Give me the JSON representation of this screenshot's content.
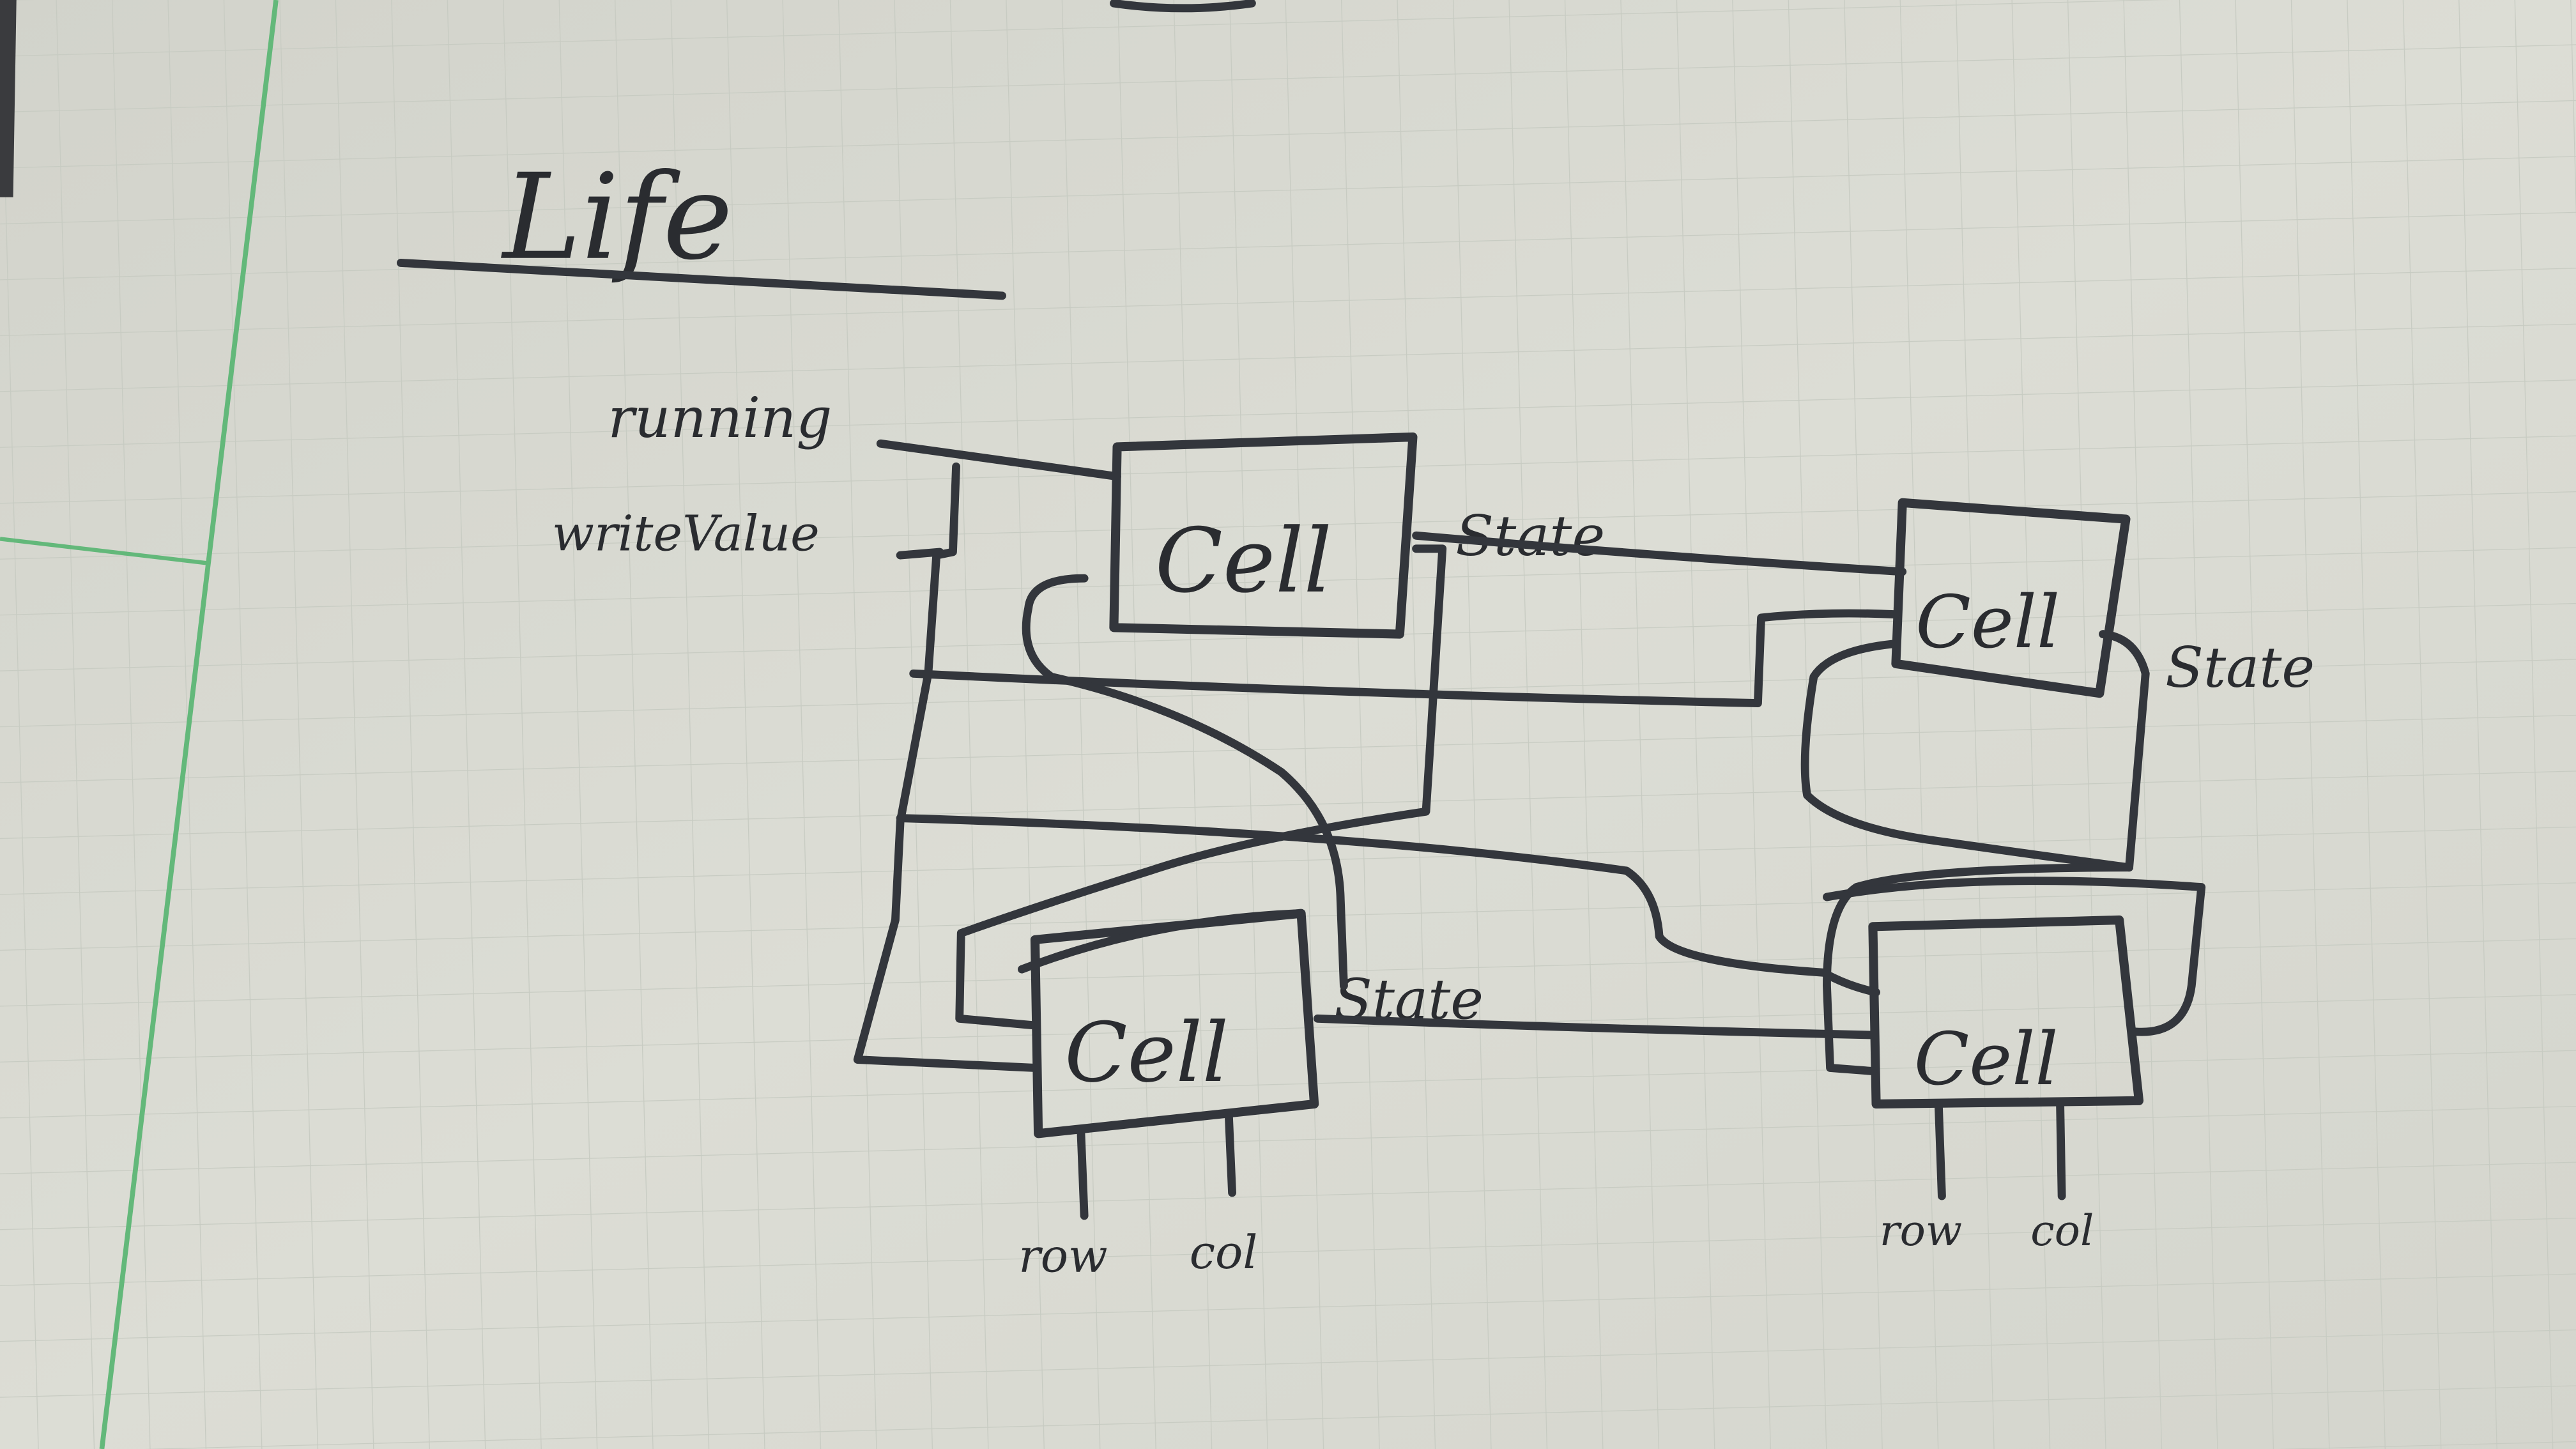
{
  "title": "Life",
  "inputs": {
    "running": "running",
    "write_value": "writeValue"
  },
  "cells": [
    {
      "label": "Cell",
      "output": "State"
    },
    {
      "label": "Cell",
      "output": "State"
    },
    {
      "label": "Cell",
      "output": "State",
      "row": "row",
      "col": "col"
    },
    {
      "label": "Cell",
      "row": "row",
      "col": "col"
    }
  ],
  "colors": {
    "paper": "#dadbd3",
    "ink": "#2a2c30",
    "grid": "#c7cbc2",
    "margin_line": "#63b87a"
  }
}
